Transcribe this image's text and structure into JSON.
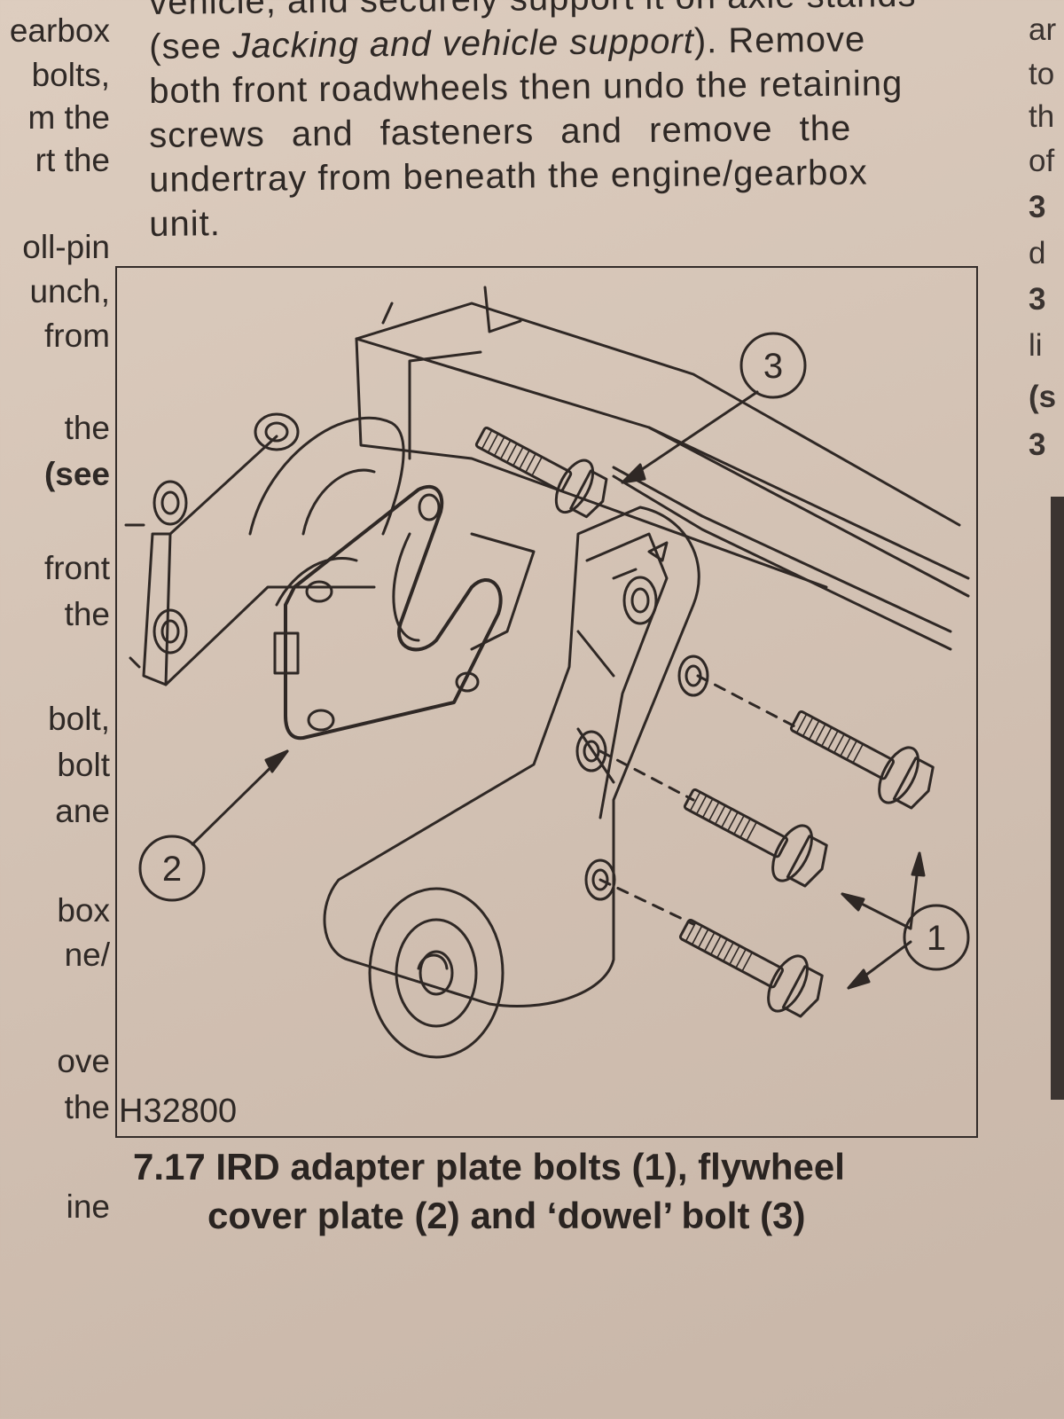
{
  "left_column": {
    "lines": [
      "earbox",
      "bolts,",
      "m the",
      "rt the",
      "oll-pin",
      "unch,",
      "from",
      "the",
      "(see",
      "front",
      "the",
      "bolt,",
      "bolt",
      "ane",
      "box",
      "ne/",
      "ove",
      "the",
      "ine"
    ]
  },
  "main_text": {
    "line0": "vehicle, and securely support it on axle stands",
    "line1_prefix": "(see ",
    "line1_italic": "Jacking and vehicle support",
    "line1_suffix": "). Remove",
    "line2": "both front roadwheels then undo the retaining",
    "line3": "screws and fasteners and remove the",
    "line4": "undertray from beneath the engine/gearbox",
    "line5": "unit."
  },
  "right_column": {
    "lines": [
      "ar",
      "to",
      "th",
      "of",
      "3",
      "d",
      "3",
      "li",
      "(s",
      "3"
    ]
  },
  "figure": {
    "code": "H32800",
    "callouts": [
      "1",
      "2",
      "3"
    ]
  },
  "caption": {
    "line1": "7.17 IRD adapter plate bolts (1), flywheel",
    "line2": "cover plate (2) and ‘dowel’ bolt (3)"
  }
}
